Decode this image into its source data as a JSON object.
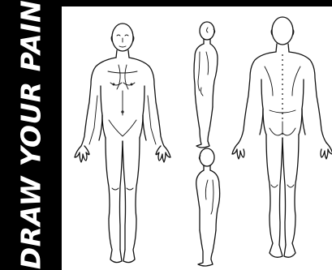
{
  "title": "DRAW YOUR PAIN",
  "colors": {
    "sidebar_bg": "#000000",
    "title_text": "#ffffff",
    "canvas_bg": "#ffffff",
    "line": "#111111"
  },
  "figures": [
    "front-view",
    "right-side-view",
    "back-view",
    "left-side-view"
  ]
}
